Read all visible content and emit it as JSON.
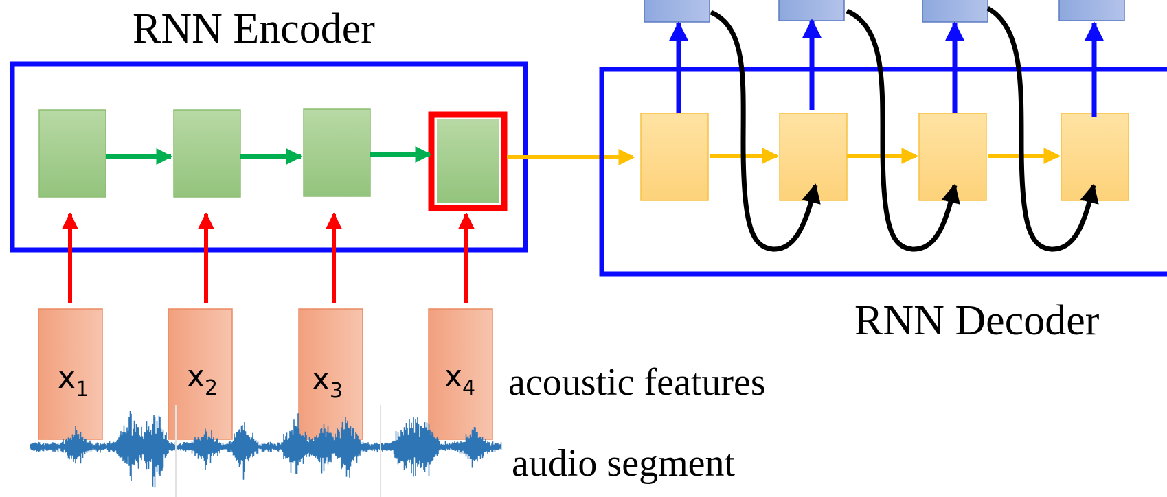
{
  "encoder": {
    "title": "RNN Encoder"
  },
  "decoder": {
    "title": "RNN Decoder"
  },
  "inputs": [
    {
      "base": "x",
      "sub": "1"
    },
    {
      "base": "x",
      "sub": "2"
    },
    {
      "base": "x",
      "sub": "3"
    },
    {
      "base": "x",
      "sub": "4"
    }
  ],
  "labels": {
    "acoustic_features": "acoustic features",
    "audio_segment": "audio segment"
  },
  "colors": {
    "frame": "#0a0aff",
    "encoder_cell": "#a9d18e",
    "decoder_cell": "#ffd97a",
    "input_box": "#f4a582",
    "output_box": "#8faadc",
    "red": "#ff0000",
    "green_arrow": "#00b050",
    "yellow_arrow": "#ffc000",
    "waveform": "#2e75b6"
  }
}
